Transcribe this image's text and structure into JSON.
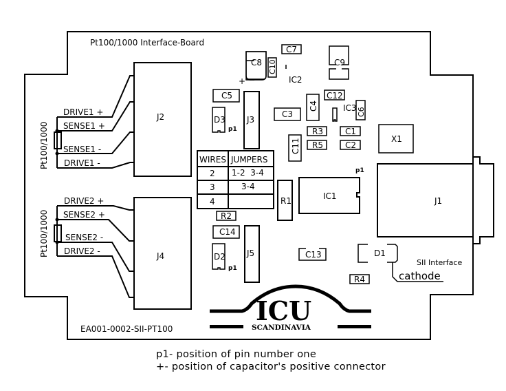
{
  "board": {
    "title": "Pt100/1000 Interface-Board",
    "part_number": "EA001-0002-SII-PT100",
    "interface_label": "SII Interface",
    "cathode_label": "cathode"
  },
  "sensor1": {
    "side_label": "Pt100/1000",
    "wires": [
      "DRIVE1 +",
      "SENSE1 +",
      "SENSE1 -",
      "DRIVE1 -"
    ],
    "connector": "J2"
  },
  "sensor2": {
    "side_label": "Pt100/1000",
    "wires": [
      "DRIVE2 +",
      "SENSE2 +",
      "SENSE2 -",
      "DRIVE2 -"
    ],
    "connector": "J4"
  },
  "components": {
    "C1": "C1",
    "C2": "C2",
    "C3": "C3",
    "C4": "C4",
    "C5": "C5",
    "C6": "C6",
    "C7": "C7",
    "C8": "C8",
    "C9": "C9",
    "C10": "C10",
    "C11": "C11",
    "C12": "C12",
    "C13": "C13",
    "C14": "C14",
    "R1": "R1",
    "R2": "R2",
    "R3": "R3",
    "R4": "R4",
    "R5": "R5",
    "D1": "D1",
    "D2": "D2",
    "D3": "D3",
    "IC1": "IC1",
    "IC2": "IC2",
    "IC3": "IC3",
    "J1": "J1",
    "J3": "J3",
    "J5": "J5",
    "X1": "X1",
    "pin1_marker": "p1",
    "plus_marker": "+"
  },
  "jumper_table": {
    "headers": [
      "WIRES",
      "JUMPERS"
    ],
    "rows": [
      {
        "wires": "2",
        "jumpers": "1-2  3-4"
      },
      {
        "wires": "3",
        "jumpers": "3-4"
      },
      {
        "wires": "4",
        "jumpers": ""
      }
    ]
  },
  "logo": {
    "name": "ICU",
    "subtitle": "SCANDINAVIA"
  },
  "legend": [
    "p1- position of pin number one",
    "+- position of capacitor's positive connector"
  ]
}
